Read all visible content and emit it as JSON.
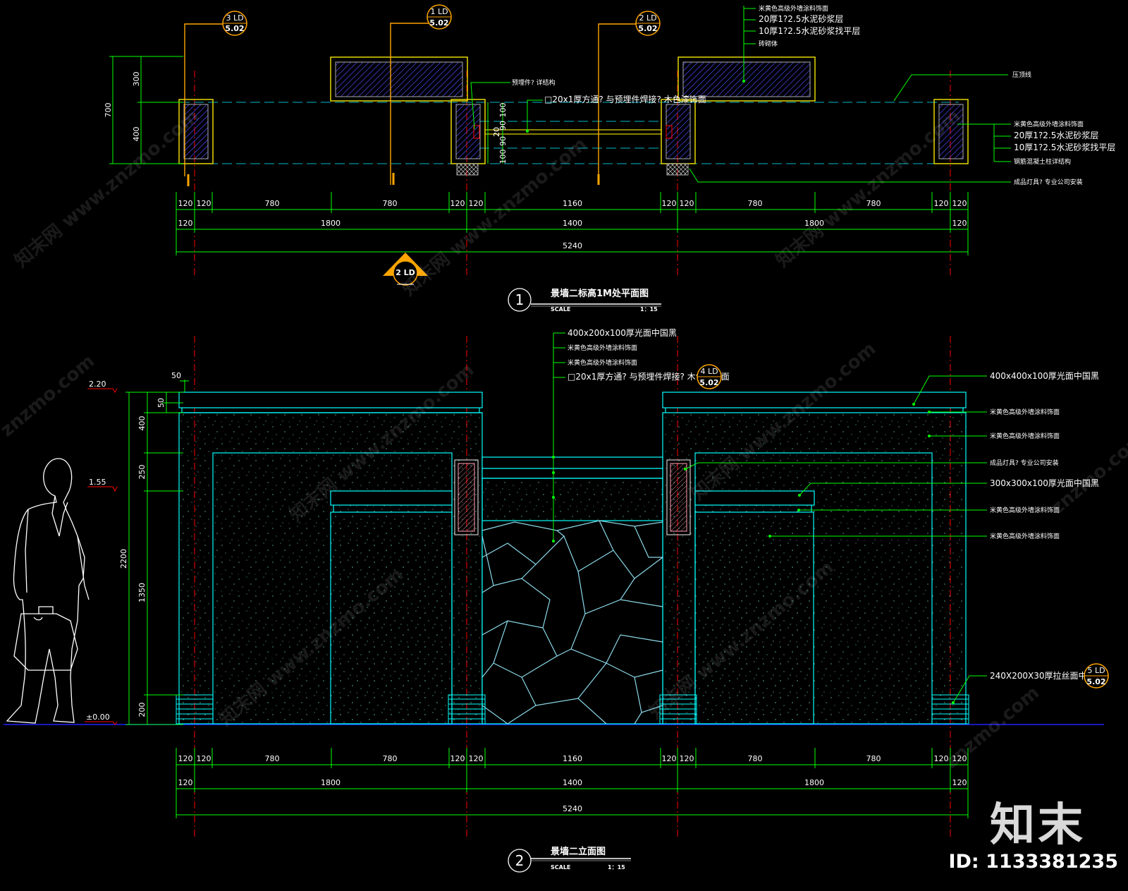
{
  "plan": {
    "title": "景墙二标高1M处平面图",
    "number": "1",
    "scale_label": "SCALE",
    "scale_value": "1：15",
    "callouts": [
      {
        "top": "3  LD",
        "bottom": "5.02"
      },
      {
        "top": "1  LD",
        "bottom": "5.02"
      },
      {
        "top": "2  LD",
        "bottom": "5.02"
      }
    ],
    "section_mark": {
      "top": "2  LD"
    },
    "left_dims": [
      "700",
      "300",
      "400"
    ],
    "mid_dims": [
      "100",
      "90",
      "20",
      "90",
      "100"
    ],
    "dims_row1": [
      "120",
      "120",
      "780",
      "780",
      "120",
      "120",
      "1160",
      "120",
      "120",
      "780",
      "780",
      "120",
      "120"
    ],
    "dims_row2": [
      "120",
      "1800",
      "1400",
      "1800",
      "120"
    ],
    "dims_total": "5240",
    "notes_top": [
      "米黄色高级外墙涂料饰面",
      "20厚1?2.5水泥砂浆层",
      "10厚1?2.5水泥砂浆找平层",
      "砖砌体"
    ],
    "note_embed": "预埋件? 详结构",
    "note_pipe": "□20x1厚方通? 与预埋件焊接? 木色漆饰面",
    "note_cap": "压顶线",
    "notes_right": [
      "米黄色高级外墙涂料饰面",
      "20厚1?2.5水泥砂浆层",
      "10厚1?2.5水泥砂浆找平层",
      "钢筋混凝土柱详结构"
    ],
    "note_lamp": "成品灯具? 专业公司安装"
  },
  "elevation": {
    "title": "景墙二立面图",
    "number": "2",
    "scale_label": "SCALE",
    "scale_value": "1：15",
    "levels": [
      "2.20",
      "1.55",
      "±0.00"
    ],
    "left_dims": [
      "50",
      "50",
      "400",
      "250",
      "2200",
      "1350",
      "200"
    ],
    "notes_center": [
      "400x200x100厚光面中国黑",
      "米黄色高级外墙涂料饰面",
      "米黄色高级外墙涂料饰面",
      "□20x1厚方通? 与预埋件焊接? 木色漆饰面"
    ],
    "callout_4": {
      "top": "4  LD",
      "bottom": "5.02"
    },
    "notes_right": [
      "400x400x100厚光面中国黑",
      "米黄色高级外墙涂料饰面",
      "米黄色高级外墙涂料饰面",
      "成品灯具? 专业公司安装",
      "300x300x100厚光面中国黑",
      "米黄色高级外墙涂料饰面",
      "米黄色高级外墙涂料饰面"
    ],
    "note_base": "240X200X30厚拉丝面中国黑",
    "callout_5": {
      "top": "5  LD",
      "bottom": "5.02"
    },
    "dims_row1": [
      "120",
      "120",
      "780",
      "780",
      "120",
      "120",
      "1160",
      "120",
      "120",
      "780",
      "780",
      "120",
      "120"
    ],
    "dims_row2": [
      "120",
      "1800",
      "1400",
      "1800",
      "120"
    ],
    "dims_total": "5240"
  },
  "watermarks": [
    "知末网 www.znzmo.com",
    "znzmo.com"
  ],
  "brand": "知末",
  "image_id": "ID: 1133381235",
  "colors": {
    "background": "#000000",
    "dimension": "#00ff00",
    "wall": "#00ffff",
    "axis": "#ff0000",
    "callout": "#ffa500",
    "hatch": "#3a3aff",
    "plan_frame": "#e6d800"
  }
}
